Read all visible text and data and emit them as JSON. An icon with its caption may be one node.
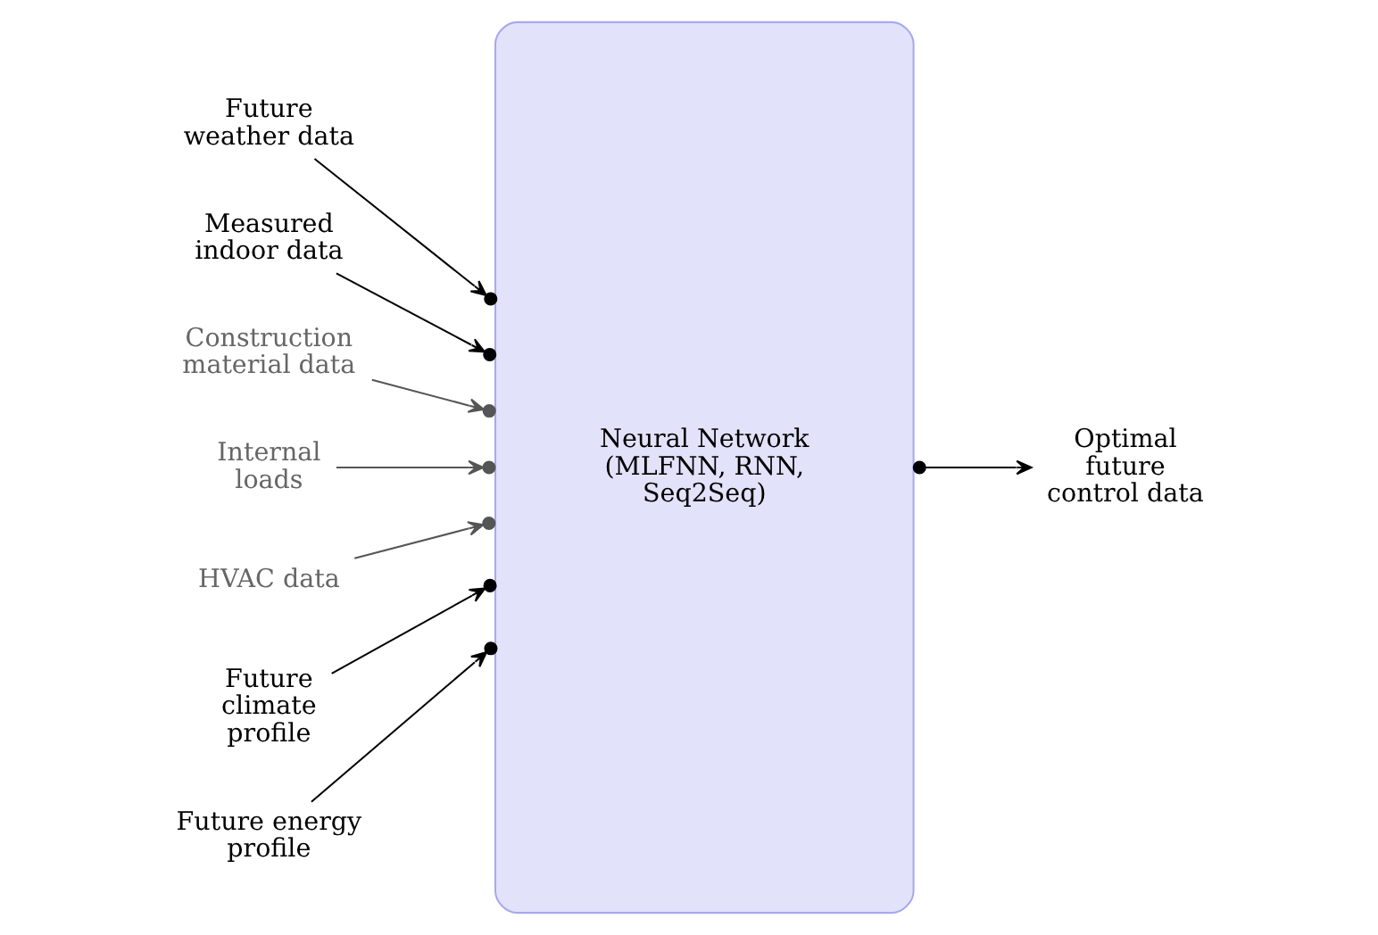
{
  "diagram": {
    "nodes": [
      {
        "text": [
          "Future weather data"
        ]
      },
      {
        "text": [
          "Measured indoor data"
        ]
      },
      {
        "text": [
          "Construction material data"
        ]
      },
      {
        "text": [
          "Internal loads"
        ]
      },
      {
        "text": [
          "HVAC data"
        ]
      },
      {
        "text": [
          "Future climate profile"
        ]
      },
      {
        "text": [
          "Future energy profile"
        ]
      },
      {
        "text": [
          "Neural Network (MLFNN, RNN, Seq2Seq)"
        ]
      },
      {
        "text": [
          "Optimal future control data"
        ]
      }
    ],
    "edges": [
      {
        "from": 0,
        "to": 7,
        "arrow": "to"
      },
      {
        "from": 1,
        "to": 7,
        "arrow": "to"
      },
      {
        "from": 2,
        "to": 7,
        "arrow": "to",
        "color": "#555555"
      },
      {
        "from": 3,
        "to": 7,
        "arrow": "to",
        "color": "#555555"
      },
      {
        "from": 4,
        "to": 7,
        "arrow": "to",
        "color": "#555555"
      },
      {
        "from": 5,
        "to": 7,
        "arrow": "to"
      },
      {
        "from": 6,
        "to": 7,
        "arrow": "to"
      },
      {
        "from": 7,
        "to": 8,
        "arrow": "to"
      }
    ]
  }
}
